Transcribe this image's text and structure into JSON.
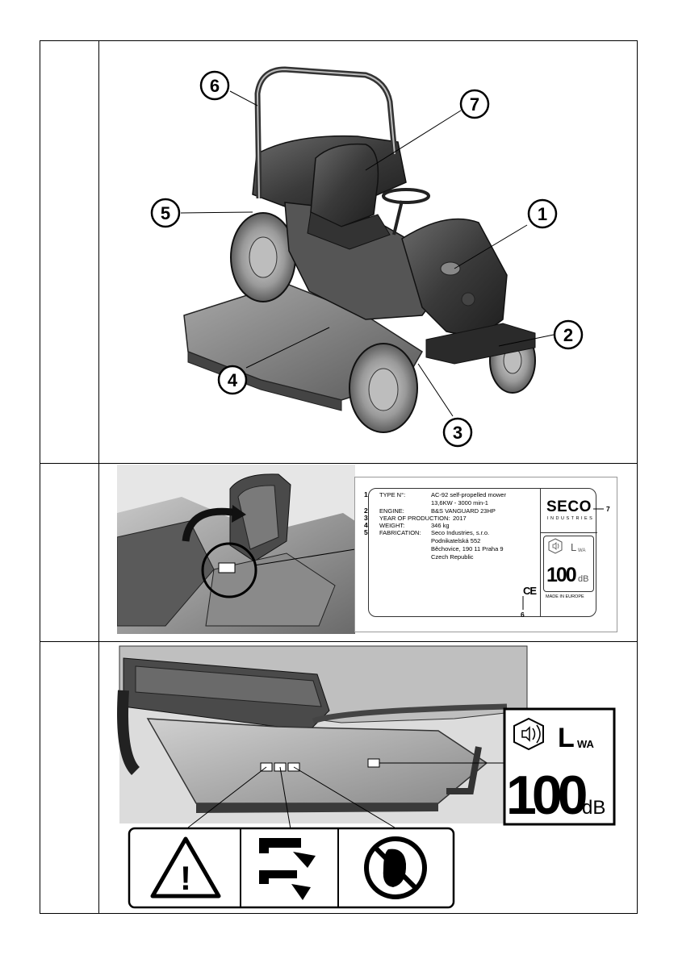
{
  "overview": {
    "callouts": [
      "1",
      "2",
      "3",
      "4",
      "5",
      "6",
      "7"
    ]
  },
  "plate": {
    "rows": [
      {
        "num": "1",
        "label": "TYPE N°:",
        "value": "AC-92 self-propelled mower"
      },
      {
        "num": "",
        "label": "",
        "value": "13,6KW - 3000 min-1"
      },
      {
        "num": "2",
        "label": "ENGINE:",
        "value": "B&S VANGUARD 23HP"
      },
      {
        "num": "3",
        "label": "YEAR OF PRODUCTION:",
        "value": "2017"
      },
      {
        "num": "4",
        "label": "WEIGHT:",
        "value": "346 kg"
      },
      {
        "num": "5",
        "label": "FABRICATION:",
        "value": "Seco Industries, s.r.o."
      },
      {
        "num": "",
        "label": "",
        "value": "Podnikatelská 552"
      },
      {
        "num": "",
        "label": "",
        "value": "Běchovice, 190 11 Praha 9"
      },
      {
        "num": "",
        "label": "",
        "value": "Czech Republic"
      }
    ],
    "brand": "SECO",
    "brand_sub": "INDUSTRIES",
    "lwa_L": "L",
    "lwa_sub": "WA",
    "lwa_value": "100",
    "lwa_unit": "dB",
    "made_in": "MADE IN EUROPE",
    "ce": "CE",
    "label_6": "6",
    "label_7": "7"
  },
  "deck": {
    "lwa_L": "L",
    "lwa_sub": "WA",
    "lwa_value": "100",
    "lwa_unit": "dB",
    "warning_symbol": "!"
  }
}
